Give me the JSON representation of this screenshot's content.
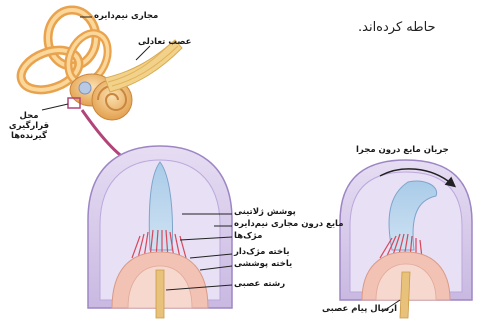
{
  "top_text": "حاطه کرده‌اند.",
  "labels": {
    "semicircular_canal": "مجاری نیم‌دایره",
    "vestibular_nerve": "عصب تعادلی",
    "receptor_location_line1": "محل",
    "receptor_location_line2": "قرارگیری",
    "receptor_location_line3": "گیرنده‌ها",
    "gelatinous_cover": "پوشش ژلاتینی",
    "canal_fluid": "مایع درون مجاری نیم‌دایره",
    "cilia": "مژک‌ها",
    "hair_cell": "یاخته مژک‌دار",
    "supporting_cell": "یاخته پوششی",
    "nerve_fiber": "رشته عصبی",
    "fluid_flow": "جریان مایع درون مجرا",
    "nerve_signal": "ارسال پیام عصبی"
  },
  "colors": {
    "dome_outer": "#b9a6d6",
    "dome_inner": "#dcd2ee",
    "cupula": "#8fb6d9",
    "hair_red": "#d8475a",
    "base_pink": "#f2c2b4",
    "nerve": "#e8c27a",
    "arrow": "#b2447a",
    "bone": "#efb45a"
  }
}
